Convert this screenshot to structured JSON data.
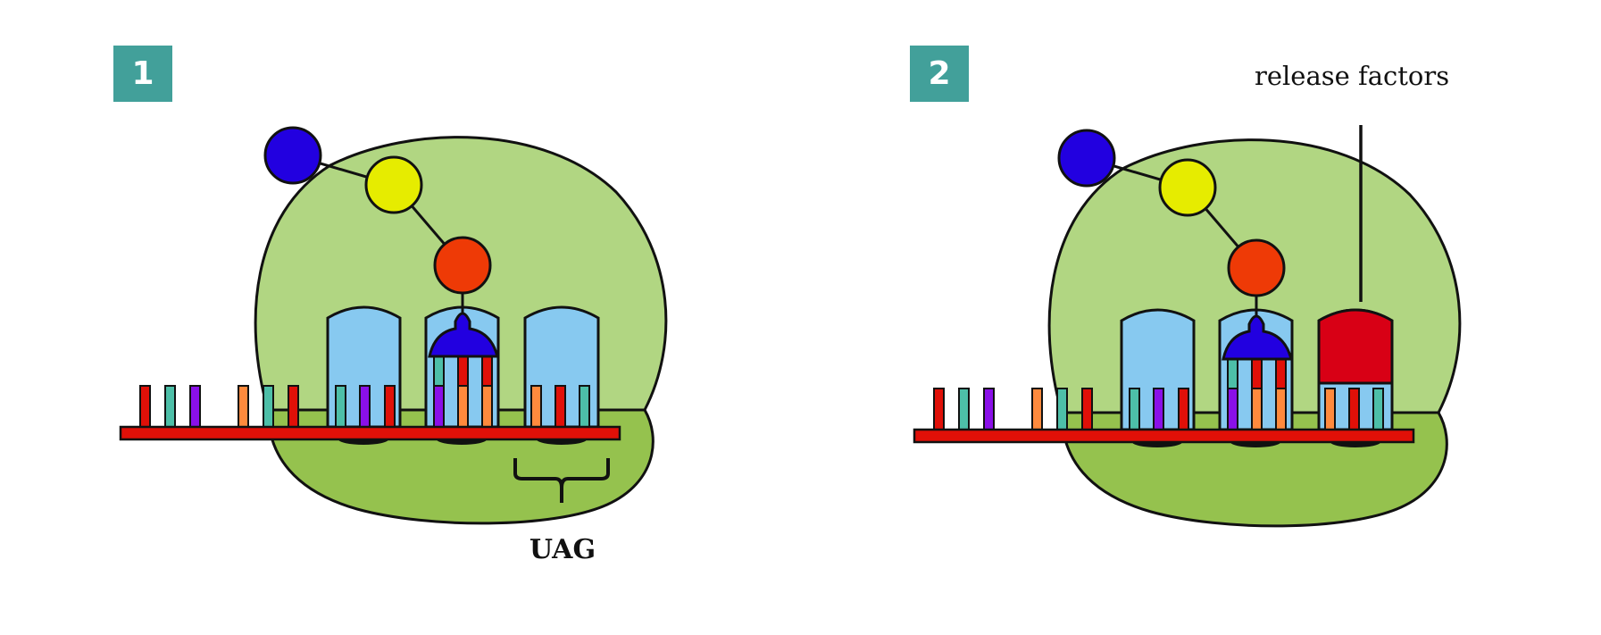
{
  "panels": [
    {
      "badge": "1",
      "label": "UAG"
    },
    {
      "badge": "2",
      "label": "release factors"
    }
  ],
  "colors": {
    "badge": "#42A09A",
    "large_subunit": "#B1D682",
    "small_subunit": "#95C24E",
    "trna": "#87C9F0",
    "mrna": "#E01008",
    "release_factor": "#D80015",
    "amino_acid_1": "#2200E0",
    "amino_acid_2": "#E6EC00",
    "amino_acid_3": "#EE3A06"
  }
}
